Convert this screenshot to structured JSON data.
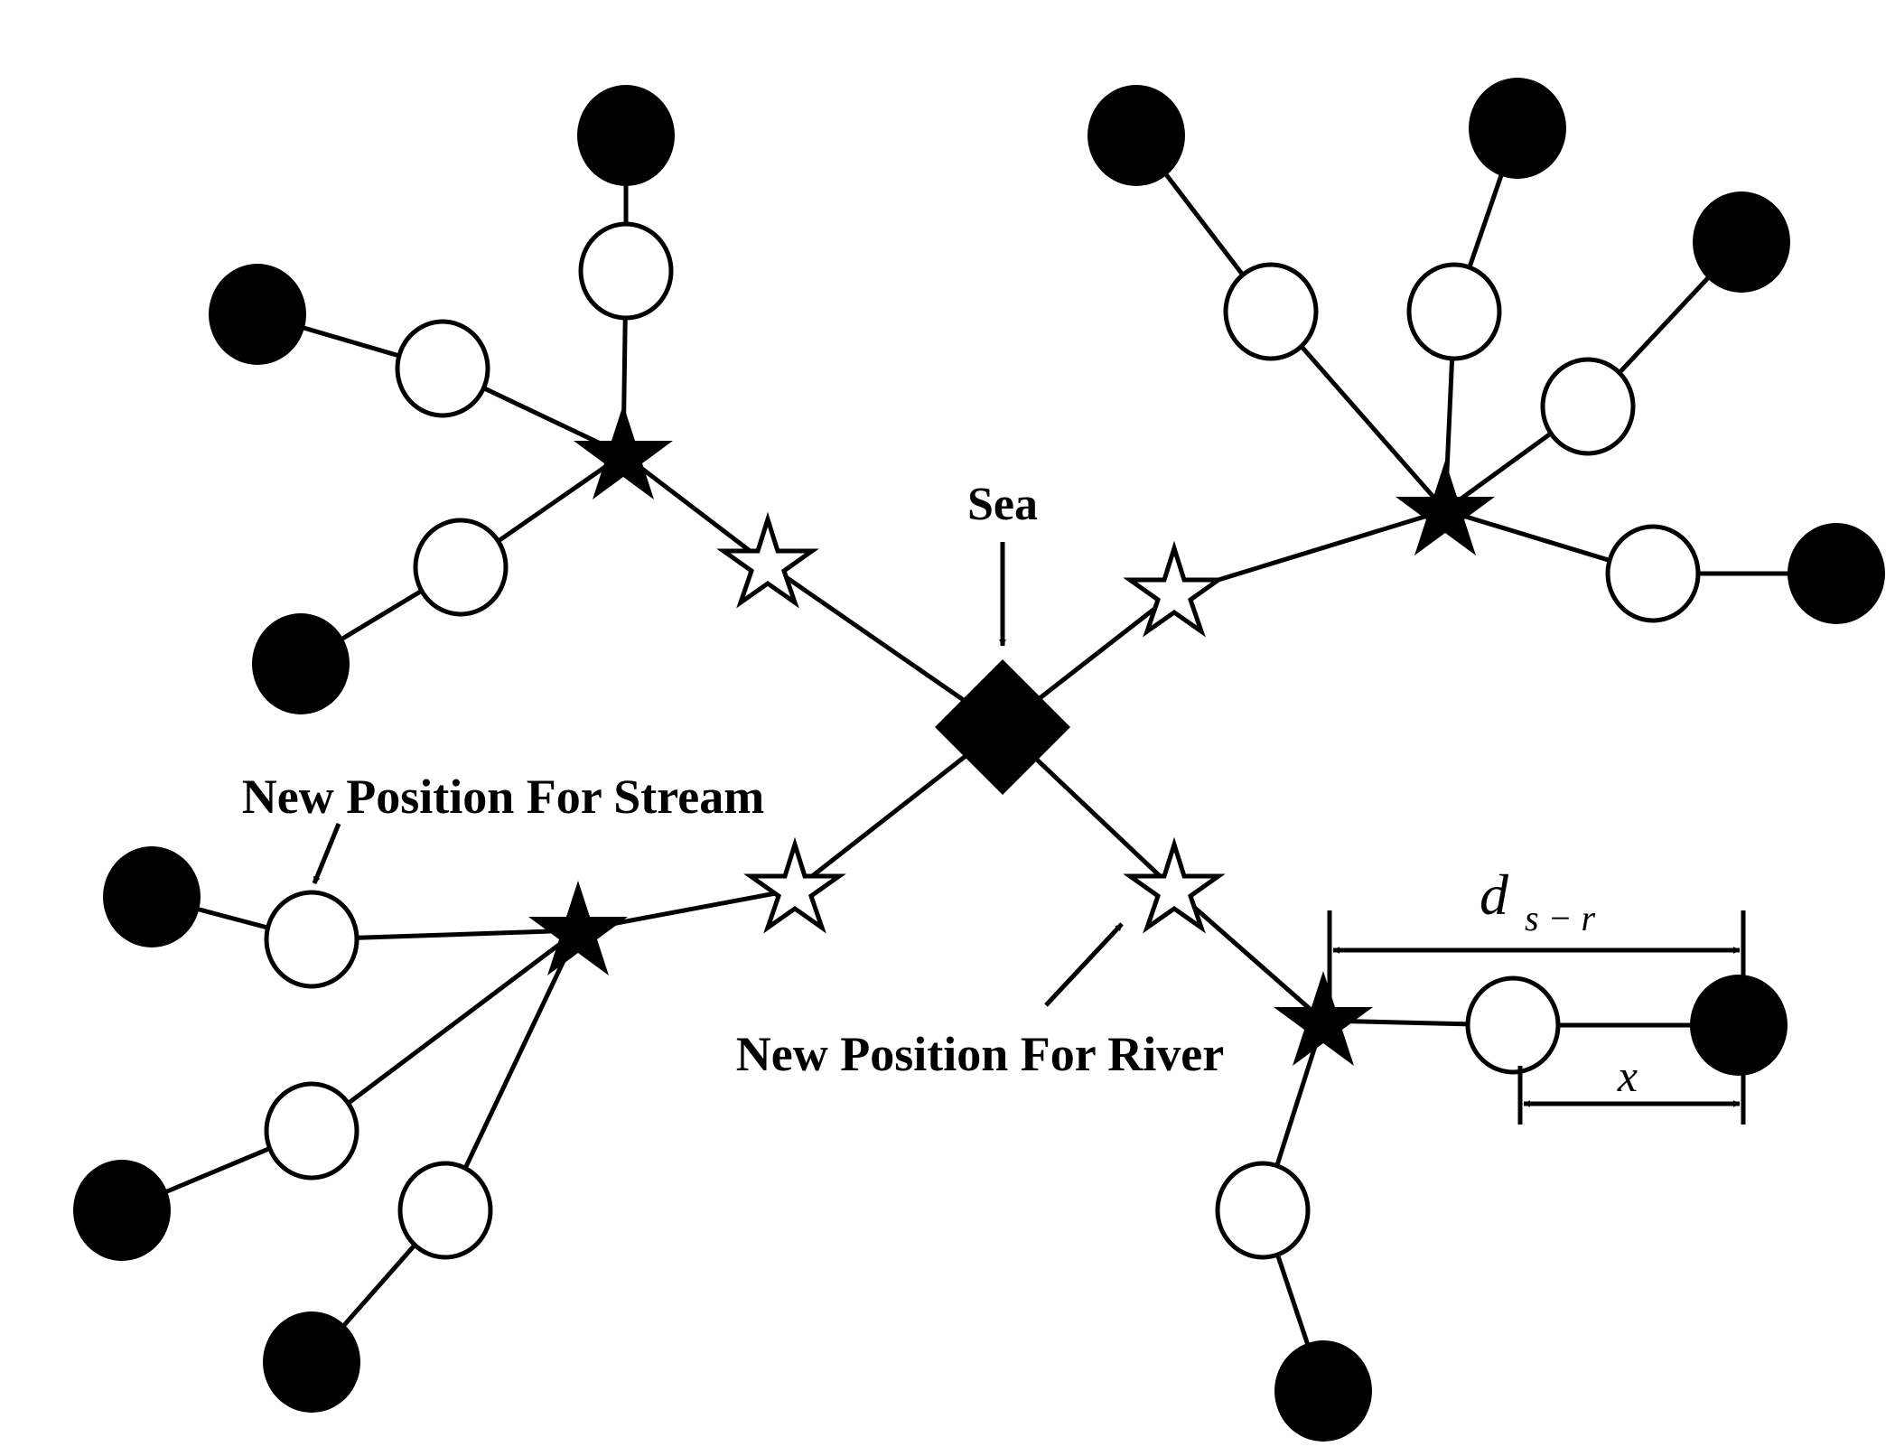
{
  "labels": {
    "sea": "Sea",
    "new_stream": "New Position For Stream",
    "new_river": "New Position For River",
    "d_main": "d",
    "d_sub": "s − r",
    "x": "x"
  },
  "legend_shapes": {
    "sea": "filled-diamond",
    "river": "filled-star",
    "new_river": "hollow-star",
    "stream": "hollow-circle",
    "stream_tip": "filled-circle"
  },
  "colors": {
    "ink": "#000000",
    "paper": "#ffffff"
  }
}
